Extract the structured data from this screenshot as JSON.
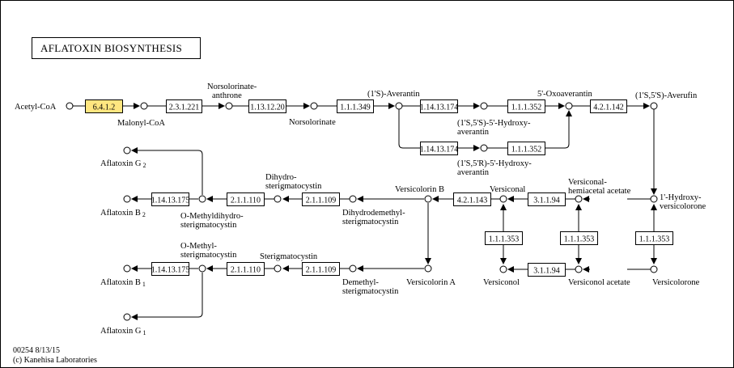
{
  "title": "AFLATOXIN  BIOSYNTHESIS",
  "footer": {
    "line1": "00254 8/13/15",
    "line2": "(c) Kanehisa Laboratories"
  },
  "colors": {
    "highlight": "#FFE680",
    "highlight_text": "#C9A43A",
    "line": "#000000"
  },
  "compounds": {
    "acetyl_coa": "Acetyl-CoA",
    "malonyl_coa": "Malonyl-CoA",
    "norsolorinate_anthrone_1": "Norsolorinate-",
    "norsolorinate_anthrone_2": "anthrone",
    "norsolorinate": "Norsolorinate",
    "averantin": "(1'S)-Averantin",
    "hydroxyaverantin_ss_1": "(1'S,5'S)-5'-Hydroxy-",
    "hydroxyaverantin_ss_2": "averantin",
    "hydroxyaverantin_sr_1": "(1'S,5'R)-5'-Hydroxy-",
    "hydroxyaverantin_sr_2": "averantin",
    "oxoaverantin": "5'-Oxoaverantin",
    "averufin": "(1'S,5'S)-Averufin",
    "hydroxyversicolorone_1": "1'-Hydroxy-",
    "hydroxyversicolorone_2": "versicolorone",
    "versiconal_hemiacetal_1": "Versiconal-",
    "versiconal_hemiacetal_2": "hemiacetal acetate",
    "versiconal": "Versiconal",
    "versicolorin_b": "Versicolorin B",
    "versicolorin_a": "Versicolorin A",
    "versiconol": "Versiconol",
    "versiconol_acetate": "Versiconol acetate",
    "versicolorone": "Versicolorone",
    "dihydrodemethyl_1": "Dihydrodemethyl-",
    "dihydrodemethyl_2": "sterigmatocystin",
    "dihydro_sterig_1": "Dihydro-",
    "dihydro_sterig_2": "sterigmatocystin",
    "omethyldihydro_1": "O-Methyldihydro-",
    "omethyldihydro_2": "sterigmatocystin",
    "aflatoxin_g2": "Aflatoxin G",
    "aflatoxin_g2_sub": "2",
    "aflatoxin_b2": "Aflatoxin B",
    "aflatoxin_b2_sub": "2",
    "demethyl_1": "Demethyl-",
    "demethyl_2": "sterigmatocystin",
    "sterigmatocystin": "Sterigmatocystin",
    "omethyl_sterig_1": "O-Methyl-",
    "omethyl_sterig_2": "sterigmatocystin",
    "aflatoxin_b1": "Aflatoxin B",
    "aflatoxin_b1_sub": "1",
    "aflatoxin_g1": "Aflatoxin G",
    "aflatoxin_g1_sub": "1"
  },
  "enzymes": {
    "e6412": "6.4.1.2",
    "e23221": "2.3.1.221",
    "e1131220": "1.13.12.20",
    "e111349": "1.1.1.349",
    "e11413174_a": "1.14.13.174",
    "e111352_a": "1.1.1.352",
    "e11413174_b": "1.14.13.174",
    "e111352_b": "1.1.1.352",
    "e421142": "4.2.1.142",
    "e31194_a": "3.1.1.94",
    "e31194_b": "3.1.1.94",
    "e111353_a": "1.1.1.353",
    "e111353_b": "1.1.1.353",
    "e111353_c": "1.1.1.353",
    "e421143": "4.2.1.143",
    "e211109_a": "2.1.1.110",
    "e211109_b": "2.1.1.109",
    "e211110_b": "2.1.1.110",
    "e211109_c": "2.1.1.109",
    "e11413175_a": "1.14.13.175",
    "e11413175_b": "1.14.13.175"
  }
}
